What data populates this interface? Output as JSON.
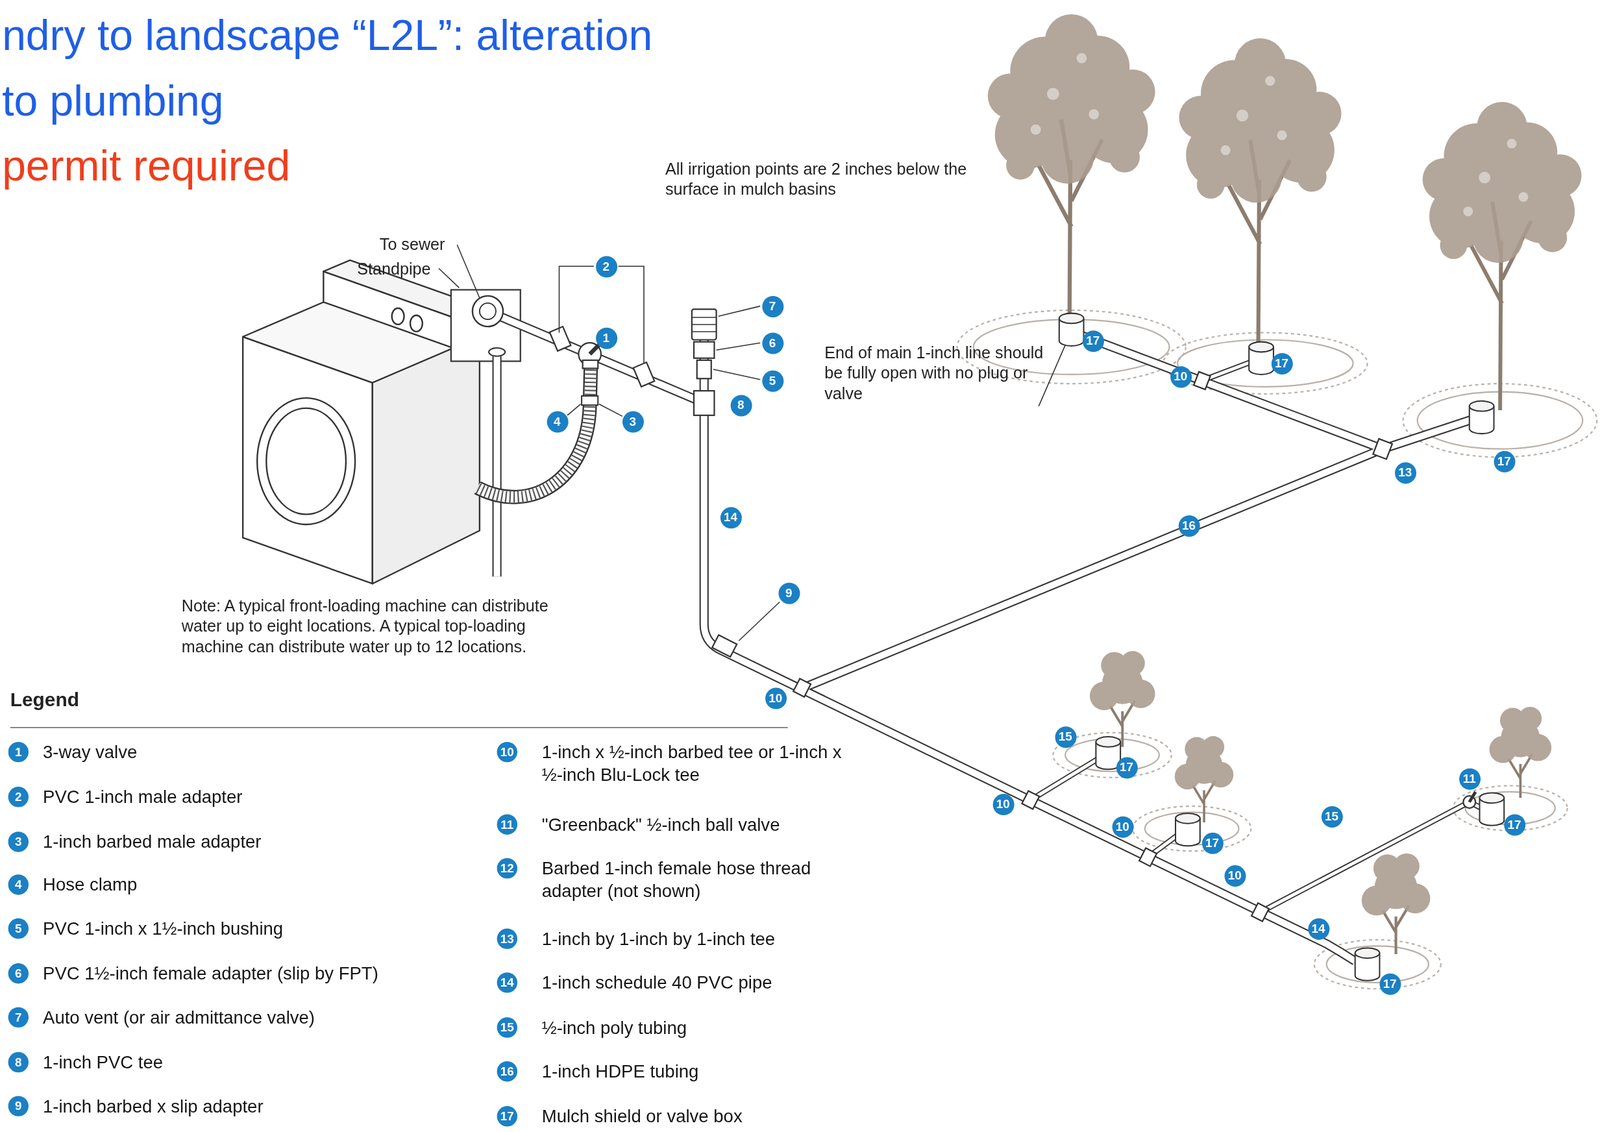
{
  "diagram": {
    "title": "ndry to landscape “L2L”: alteration to plumbing",
    "labels": [
      "permit required",
      "All irrigation points are 2 inches below the surface in mulch basins",
      "To sewer",
      "Standpipe",
      "2",
      "1",
      "7",
      "6",
      "5",
      "8",
      "4",
      "3",
      "End of main 1-inch line should be fully open with no plug or valve",
      "17",
      "10",
      "17",
      "16",
      "13",
      "17",
      "14",
      "9",
      "Note: A typical front-loading machine can distribute water up to eight locations. A typical top-loading machine can distribute water up to 12 locations.",
      "10",
      "Legend",
      "15",
      "17",
      "10",
      "17",
      "10",
      "15",
      "11",
      "17",
      "10",
      "14",
      "17",
      "1",
      "2",
      "3",
      "4",
      "5",
      "6",
      "7",
      "8",
      "9",
      "10",
      "11",
      "12",
      "13",
      "14",
      "15",
      "16",
      "17"
    ],
    "legend": [
      {
        "text": "3-way valve"
      },
      {
        "text": "PVC 1-inch male adapter"
      },
      {
        "text": "1-inch barbed male adapter"
      },
      {
        "text": "Hose clamp"
      },
      {
        "text": "PVC 1-inch x 1½-inch bushing"
      },
      {
        "text": "PVC 1½-inch female adapter (slip by FPT)"
      },
      {
        "text": "Auto vent (or air admittance valve)"
      },
      {
        "text": "1-inch PVC tee"
      },
      {
        "text": "1-inch barbed x slip adapter"
      },
      {
        "text": "1-inch x ½-inch barbed tee or 1-inch x ½-inch Blu-Lock tee"
      },
      {
        "text": "\"Greenback\" ½-inch ball valve"
      },
      {
        "text": "Barbed 1-inch female hose thread adapter (not shown)"
      },
      {
        "text": "1-inch by 1-inch by 1-inch tee"
      },
      {
        "text": "1-inch schedule 40 PVC pipe"
      },
      {
        "text": "½-inch poly tubing"
      },
      {
        "text": "1-inch HDPE tubing"
      },
      {
        "text": "Mulch shield or valve box"
      }
    ]
  }
}
